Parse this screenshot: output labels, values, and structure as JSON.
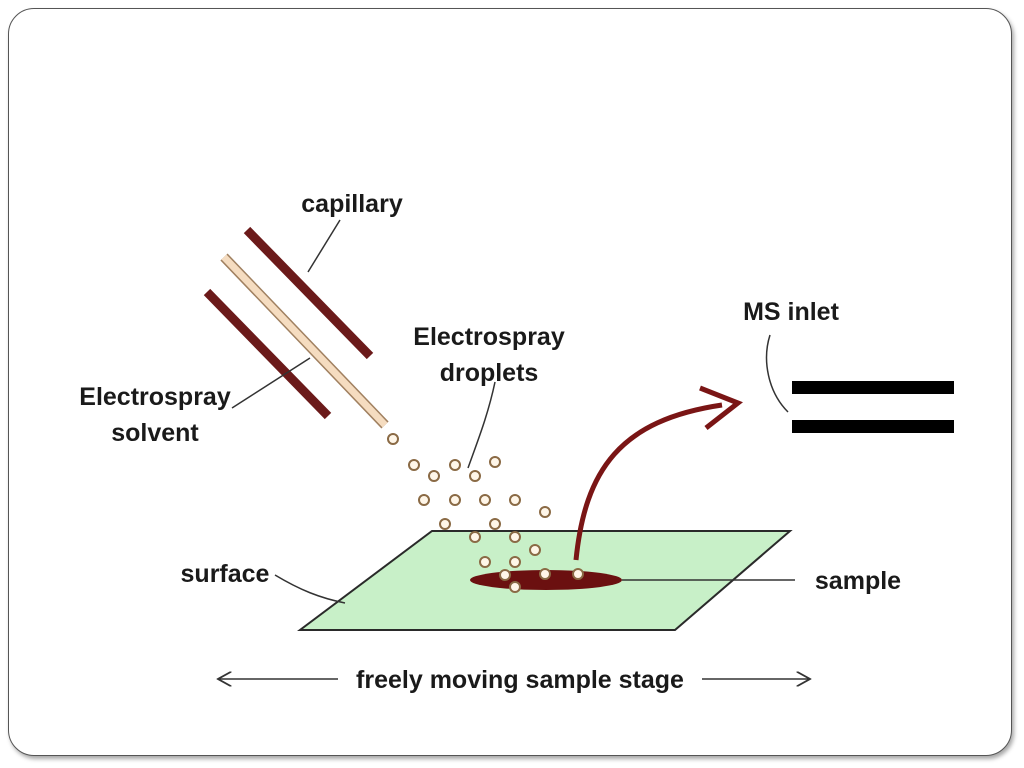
{
  "labels": {
    "capillary": "capillary",
    "electrospray_solvent_line1": "Electrospray",
    "electrospray_solvent_line2": "solvent",
    "electrospray_droplets_line1": "Electrospray",
    "electrospray_droplets_line2": "droplets",
    "ms_inlet": "MS inlet",
    "surface": "surface",
    "sample": "sample",
    "stage": "freely moving sample stage"
  },
  "colors": {
    "capillary": "#6b1a1a",
    "solvent": "#f5dcc0",
    "solvent_outline": "#a08060",
    "droplet_fill": "#fff6e8",
    "droplet_stroke": "#8a6a45",
    "surface_fill": "#c8f0c8",
    "surface_stroke": "#2a2a2a",
    "sample_fill": "#6b1010",
    "arrow": "#7a1515",
    "inlet": "#000000",
    "leader": "#333333"
  }
}
